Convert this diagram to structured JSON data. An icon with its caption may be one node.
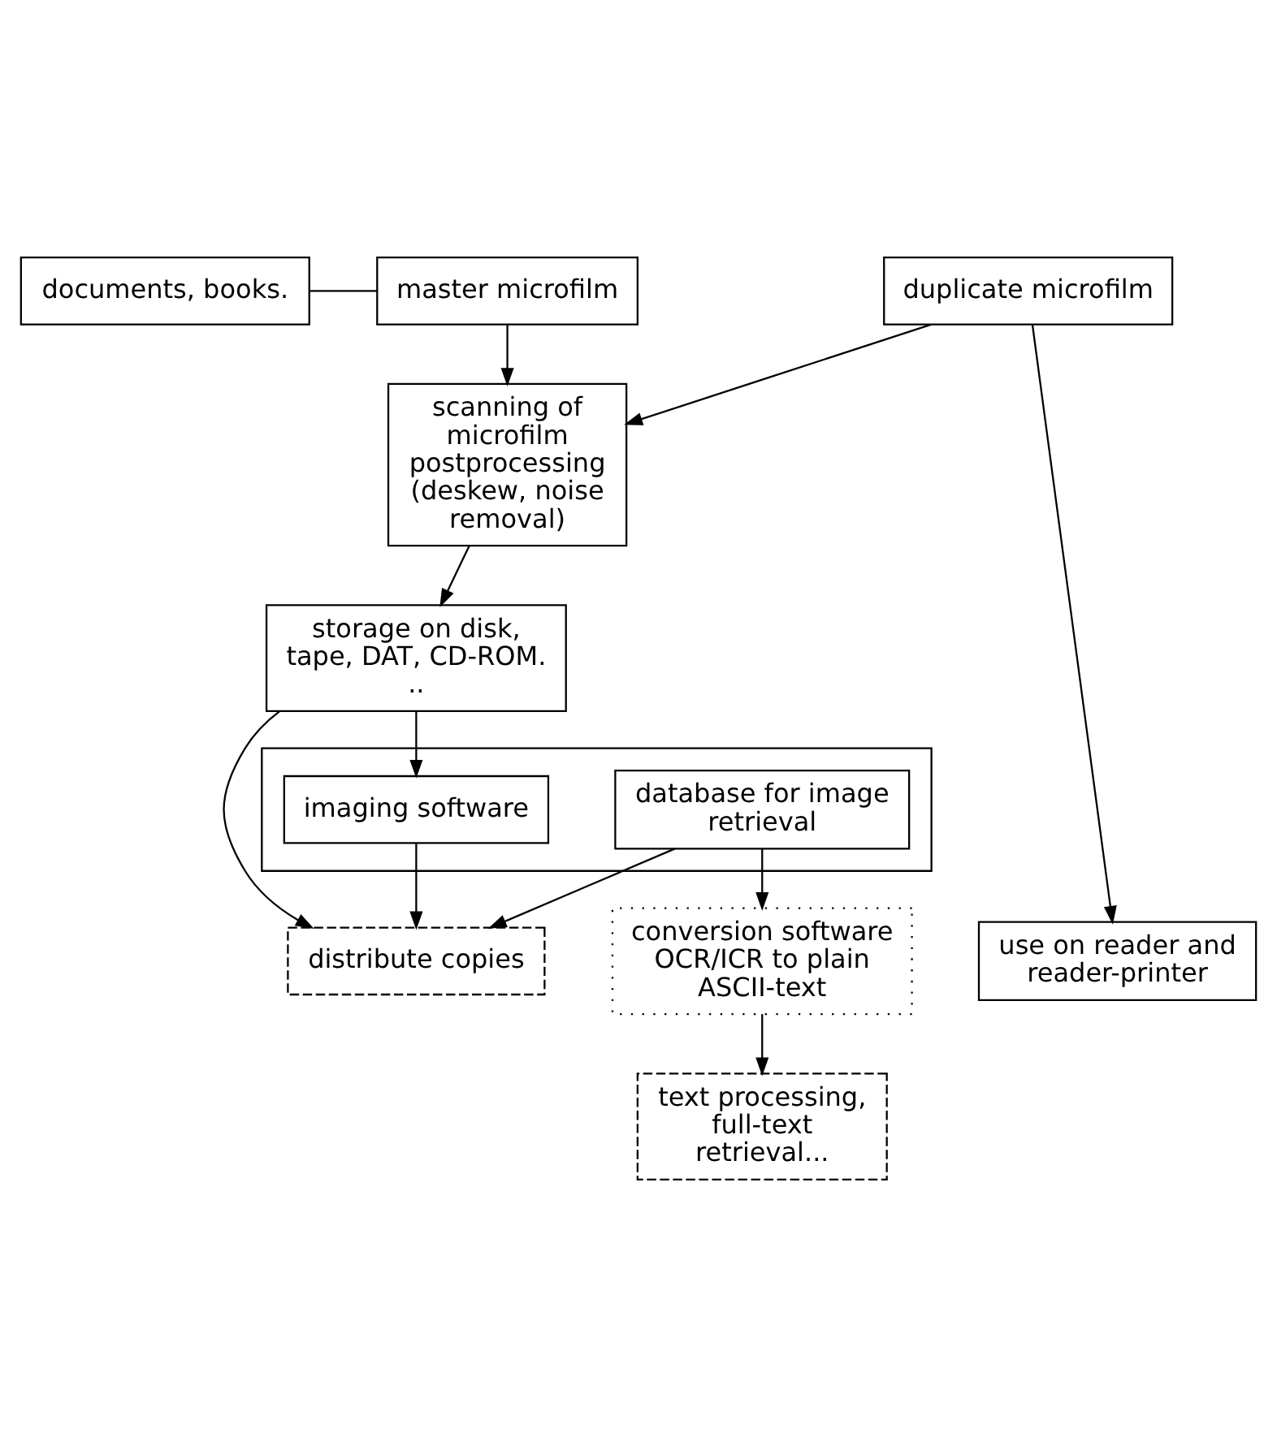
{
  "diagram": {
    "nodes": [
      {
        "text": [
          "documents, books."
        ]
      },
      {
        "text": [
          "master microfilm"
        ]
      },
      {
        "text": [
          "duplicate microfilm"
        ]
      },
      {
        "text": [
          "scanning of microfilm postprocessing (deskew, noise removal)"
        ]
      },
      {
        "text": [
          "storage on disk, tape, DAT, CD-ROM. .."
        ]
      },
      {
        "text": [],
        "shape": "box"
      },
      {
        "text": [
          "imaging software"
        ],
        "in": 5
      },
      {
        "text": [
          "database for image retrieval"
        ],
        "in": 5
      },
      {
        "text": [
          "conversion software OCR/ICR to plain ASCII-text"
        ]
      },
      {
        "text": [
          "use on reader and reader-printer"
        ]
      },
      {
        "text": [
          "distribute copies"
        ]
      },
      {
        "text": [
          "text processing, full-text retrieval..."
        ]
      }
    ],
    "edges": [
      {
        "from": 0,
        "to": 1,
        "arrow": "none"
      },
      {
        "from": 1,
        "to": 3,
        "arrow": "to"
      },
      {
        "from": 2,
        "to": 3,
        "arrow": "to"
      },
      {
        "from": 2,
        "to": 9,
        "arrow": "to"
      },
      {
        "from": 3,
        "to": 4,
        "arrow": "to"
      },
      {
        "from": 4,
        "to": 6,
        "arrow": "to"
      },
      {
        "from": 7,
        "to": 8,
        "arrow": "to"
      },
      {
        "from": 8,
        "to": 11,
        "arrow": "to"
      },
      {
        "from": 4,
        "to": 10,
        "arrow": "to"
      },
      {
        "from": 6,
        "to": 10,
        "arrow": "to"
      },
      {
        "from": 7,
        "to": 10,
        "arrow": "to"
      }
    ]
  }
}
